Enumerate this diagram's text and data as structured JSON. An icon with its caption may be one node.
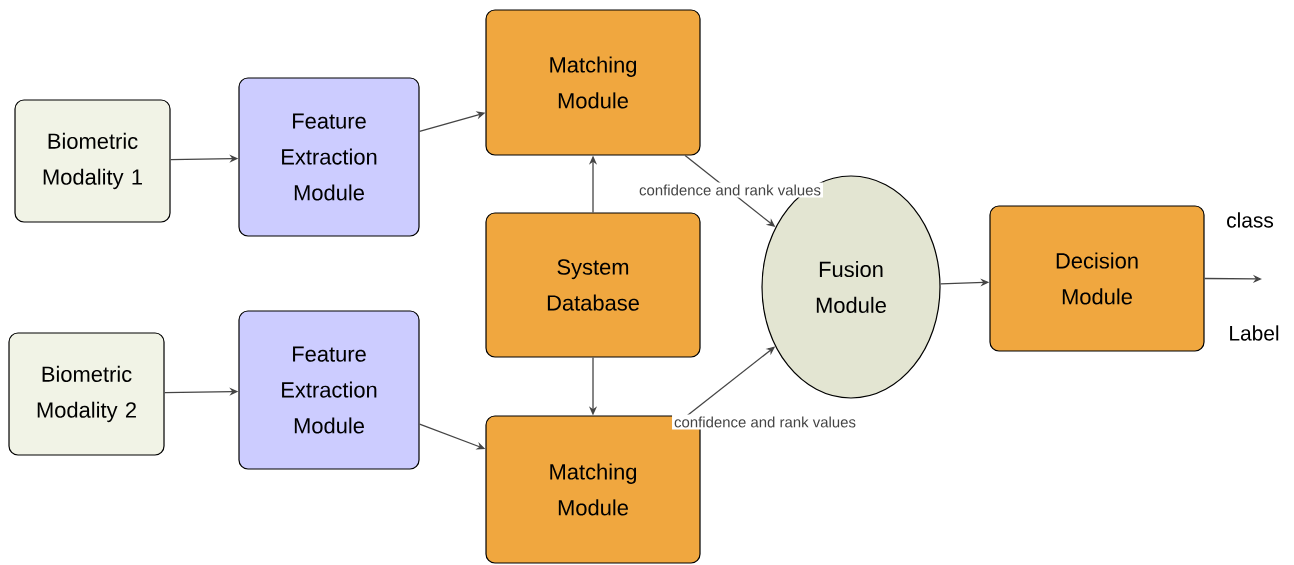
{
  "diagram": {
    "nodes": [
      {
        "text": [
          "Biometric Modality 1"
        ]
      },
      {
        "text": [
          "Feature Extraction Module"
        ]
      },
      {
        "text": [
          "Matching Module"
        ]
      },
      {
        "text": [
          "System Database"
        ]
      },
      {
        "text": [
          "Fusion Module"
        ]
      },
      {
        "text": [
          "Decision Module"
        ]
      },
      {
        "text": [
          "Biometric Modality 2"
        ]
      },
      {
        "text": [
          "Feature Extraction Module"
        ]
      },
      {
        "text": [
          "Matching Module"
        ]
      }
    ],
    "edges": [
      {
        "from": 0,
        "to": 1,
        "arrow": "to"
      },
      {
        "from": 1,
        "to": 2,
        "arrow": "to"
      },
      {
        "from": 3,
        "to": 2,
        "arrow": "to"
      },
      {
        "from": 2,
        "to": 4,
        "arrow": "to",
        "label": "confidence and rank values"
      },
      {
        "from": 4,
        "to": 5,
        "arrow": "to"
      },
      {
        "from": 5,
        "to": null,
        "arrow": "to"
      },
      {
        "from": 6,
        "to": 7,
        "arrow": "to"
      },
      {
        "from": 7,
        "to": 8,
        "arrow": "to"
      },
      {
        "from": 3,
        "to": 8,
        "arrow": "to"
      },
      {
        "from": 8,
        "to": 4,
        "arrow": "to",
        "label": "confidence and rank values"
      }
    ],
    "labels": [
      "class",
      "Label"
    ]
  }
}
